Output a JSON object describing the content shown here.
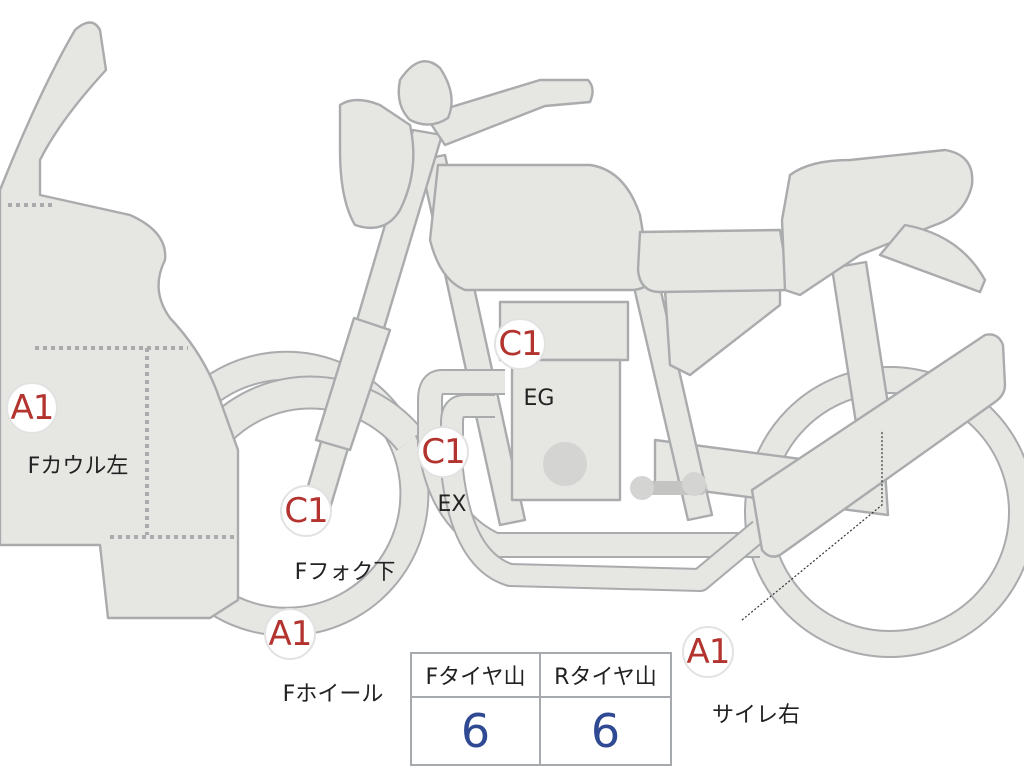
{
  "markers": [
    {
      "id": "front-cowl-left",
      "code": "A1",
      "label": "Fカウル左"
    },
    {
      "id": "front-fork-lower",
      "code": "C1",
      "label": "Fフォク下"
    },
    {
      "id": "front-wheel",
      "code": "A1",
      "label": "Fホイール"
    },
    {
      "id": "engine",
      "code": "C1",
      "label": "EG"
    },
    {
      "id": "exhaust",
      "code": "C1",
      "label": "EX"
    },
    {
      "id": "silencer-right",
      "code": "A1",
      "label": "サイレ右"
    }
  ],
  "tire_table": {
    "front_header": "Fタイヤ山",
    "rear_header": "Rタイヤ山",
    "front_value": "6",
    "rear_value": "6"
  },
  "colors": {
    "part_fill": "#e6e6e3",
    "part_outline": "#a9abad",
    "marker_code": "#b3332f",
    "table_value": "#2f4a93"
  }
}
